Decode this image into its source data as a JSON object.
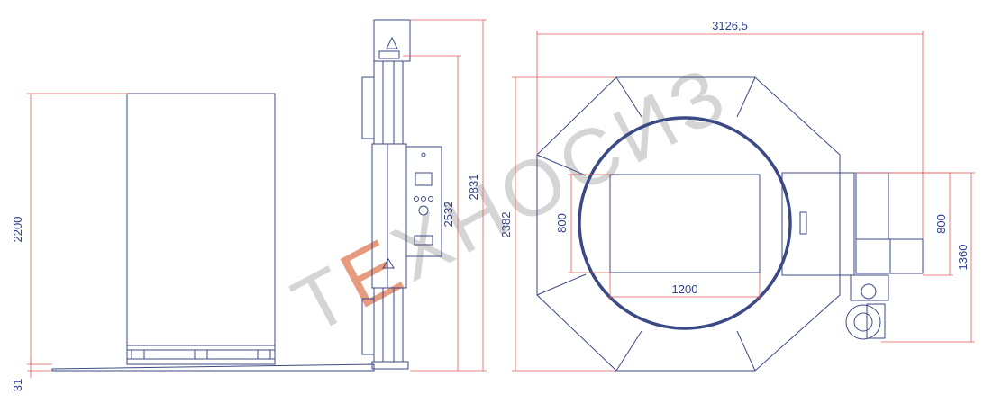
{
  "watermark": {
    "text_before": "Т",
    "accent_letter": "Е",
    "text_after": "ХНОСИЗ",
    "accent_color": "#e07a54",
    "text_color": "#c8c8c8"
  },
  "dimensions": {
    "pallet_height": "2200",
    "base_height": "31",
    "mast_inner_height": "2532",
    "mast_total_height": "2831",
    "overall_width": "3126,5",
    "overall_depth": "2382",
    "platform_width": "1200",
    "platform_depth": "800",
    "side_depth": "800",
    "side_total_depth": "1360"
  },
  "colors": {
    "outline": "#3b4a86",
    "dimension_line": "#e05a5a",
    "dimension_text": "#2e3f8f"
  }
}
